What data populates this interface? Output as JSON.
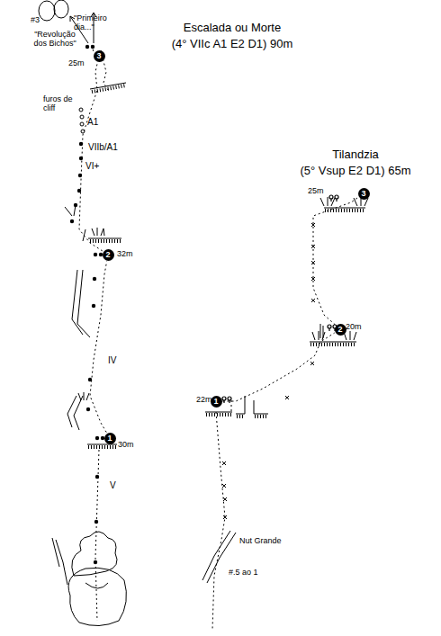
{
  "diagram": {
    "nodes": [
      {
        "text": [
          "3"
        ]
      },
      {
        "text": [
          "2"
        ]
      },
      {
        "text": [
          "1"
        ]
      },
      {
        "text": [
          "3"
        ]
      },
      {
        "text": [
          "2"
        ]
      },
      {
        "text": [
          "1"
        ]
      }
    ],
    "edges": [
      {
        "from": 2,
        "to": 1,
        "arrow": "none"
      },
      {
        "from": 1,
        "to": 0,
        "arrow": "none"
      },
      {
        "from": 5,
        "to": 4,
        "arrow": "none"
      },
      {
        "from": 4,
        "to": 3,
        "arrow": "none"
      }
    ],
    "labels": [
      "Escalada ou Morte",
      "(4° VIIc A1 E2 D1) 90m",
      "Tilandzia",
      "(5° Vsup E2 D1) 65m",
      "#3",
      "\"Revolução dos Bichos\"",
      "\"Primeiro dia...\"",
      "25m",
      "furos de cliff",
      "A1",
      "VIIb/A1",
      "VI+",
      "32m",
      "IV",
      "30m",
      "V",
      "25m",
      "20m",
      "22m",
      "Nut Grande",
      "#.5 ao 1"
    ]
  }
}
